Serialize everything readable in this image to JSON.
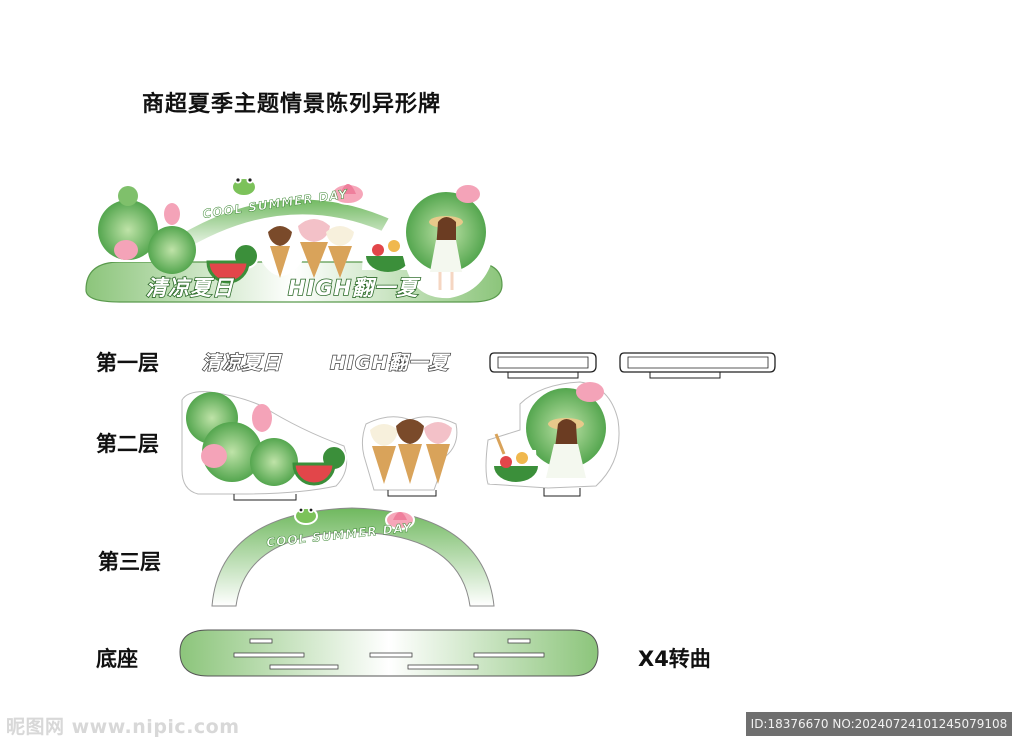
{
  "title": "商超夏季主题情景陈列异形牌",
  "layers": {
    "layer1": "第一层",
    "layer2": "第二层",
    "layer3": "第三层",
    "base": "底座"
  },
  "note": "X4转曲",
  "banner": {
    "arch_text": "COOL SUMMER DAY",
    "slogan_1": "清凉夏日",
    "slogan_2": "HIGH翻一夏"
  },
  "watermark": {
    "site": "昵图网 www.nipic.com",
    "id_text": "ID:18376670 NO:20240724101245079108"
  },
  "colors": {
    "leaf_green": "#5fae4f",
    "light_green": "#cfe8c4",
    "lotus_pink": "#f29bb0",
    "watermelon_red": "#e2464a",
    "cone_tan": "#d9a35a"
  }
}
